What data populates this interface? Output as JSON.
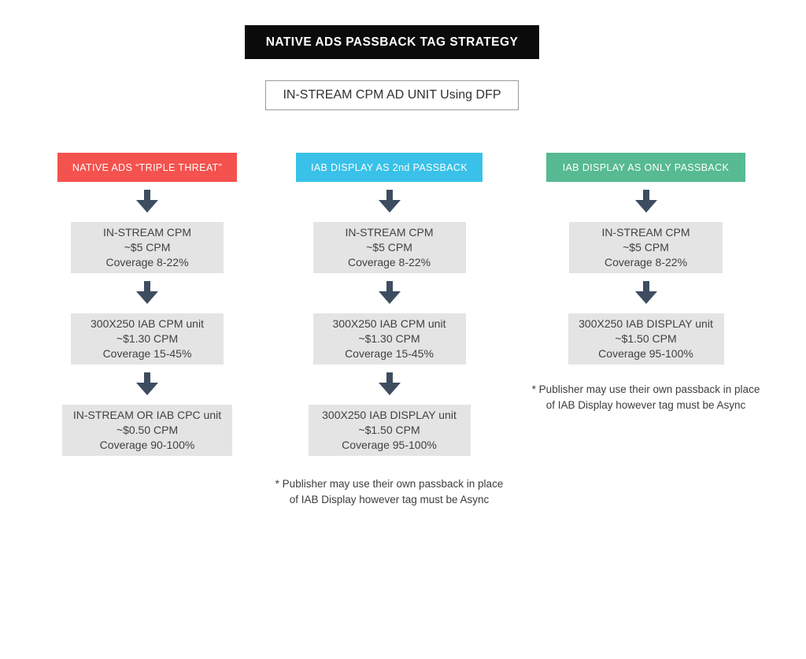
{
  "page": {
    "title": "NATIVE ADS PASSBACK TAG STRATEGY",
    "subtitle": "IN-STREAM CPM AD UNIT Using DFP"
  },
  "colors": {
    "title_background": "#0B0B0B",
    "column1_header": "#F4524E",
    "column2_header": "#39C1E9",
    "column3_header": "#57BA92",
    "arrow": "#3D4D5F",
    "node_background": "#E4E4E4"
  },
  "columns": [
    {
      "header": "NATIVE ADS “TRIPLE THREAT”",
      "color": "#F4524E",
      "nodes": [
        {
          "line1": "IN-STREAM CPM",
          "line2": "~$5 CPM",
          "line3": "Coverage 8-22%"
        },
        {
          "line1": "300X250 IAB CPM unit",
          "line2": "~$1.30 CPM",
          "line3": "Coverage 15-45%"
        },
        {
          "line1": "IN-STREAM OR IAB CPC unit",
          "line2": "~$0.50 CPM",
          "line3": "Coverage 90-100%"
        }
      ]
    },
    {
      "header": "IAB DISPLAY AS 2nd PASSBACK",
      "color": "#39C1E9",
      "nodes": [
        {
          "line1": "IN-STREAM CPM",
          "line2": "~$5 CPM",
          "line3": "Coverage 8-22%"
        },
        {
          "line1": "300X250 IAB CPM unit",
          "line2": "~$1.30 CPM",
          "line3": "Coverage 15-45%"
        },
        {
          "line1": "300X250 IAB DISPLAY unit",
          "line2": "~$1.50 CPM",
          "line3": "Coverage 95-100%"
        }
      ],
      "footnote_line1": "* Publisher may use their own passback in place",
      "footnote_line2": "of IAB Display however tag must be Async"
    },
    {
      "header": "IAB DISPLAY AS ONLY PASSBACK",
      "color": "#57BA92",
      "nodes": [
        {
          "line1": "IN-STREAM CPM",
          "line2": "~$5 CPM",
          "line3": "Coverage 8-22%"
        },
        {
          "line1": "300X250 IAB DISPLAY unit",
          "line2": "~$1.50 CPM",
          "line3": "Coverage 95-100%"
        }
      ],
      "footnote_line1": "* Publisher may use their own passback in place",
      "footnote_line2": "of IAB Display however tag must be Async"
    }
  ]
}
